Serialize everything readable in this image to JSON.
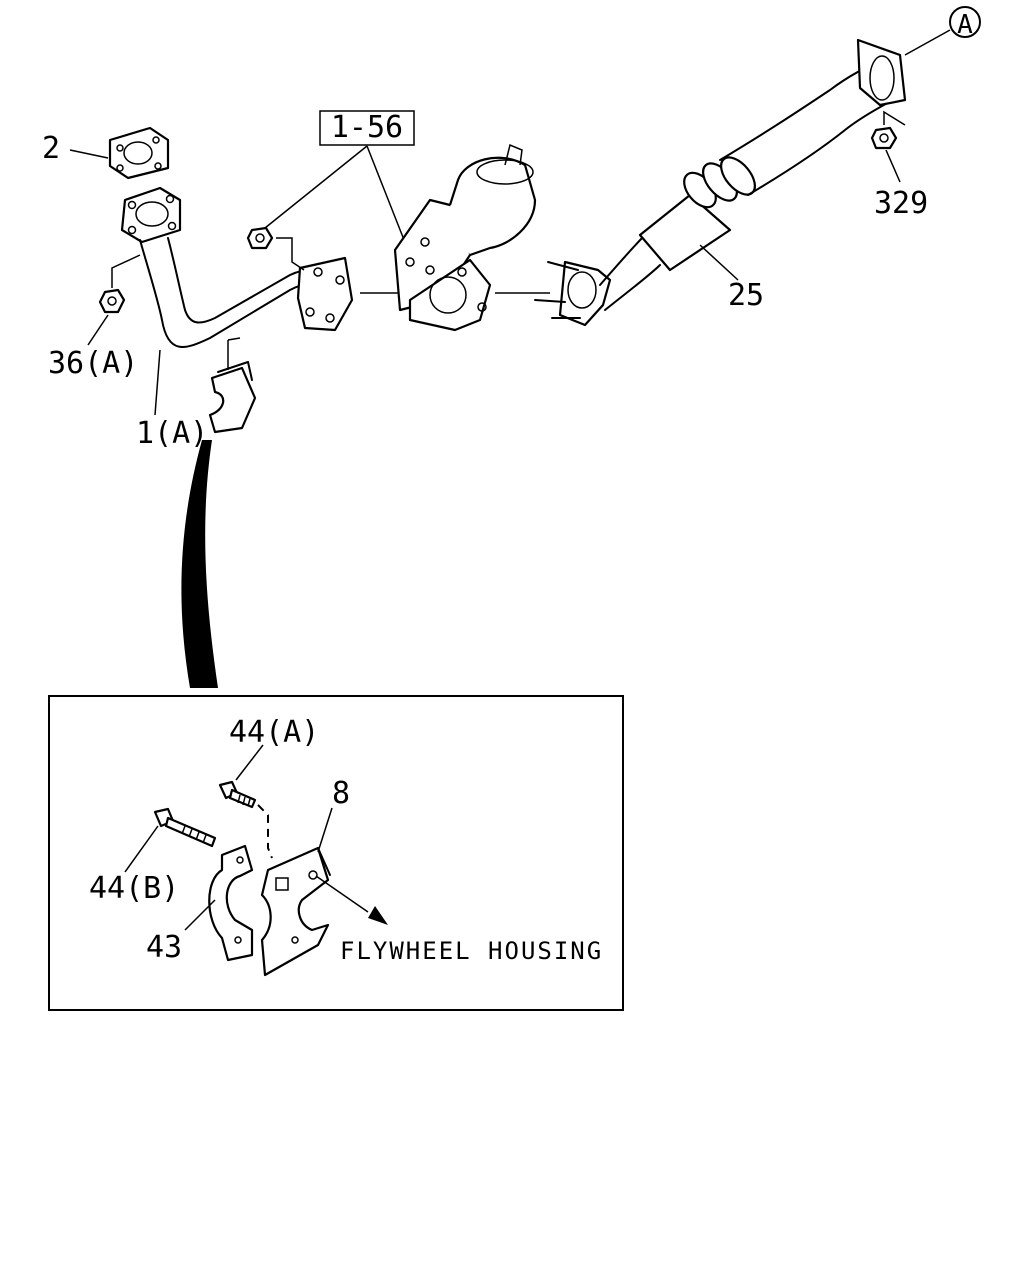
{
  "callouts": {
    "ref_a": "A",
    "p2": "2",
    "p1_56": "1-56",
    "p329": "329",
    "p25": "25",
    "p36a": "36(A)",
    "p1a": "1(A)",
    "p44a": "44(A)",
    "p8": "8",
    "p44b": "44(B)",
    "p43": "43"
  },
  "notes": {
    "flywheel_housing": "FLYWHEEL HOUSING"
  }
}
